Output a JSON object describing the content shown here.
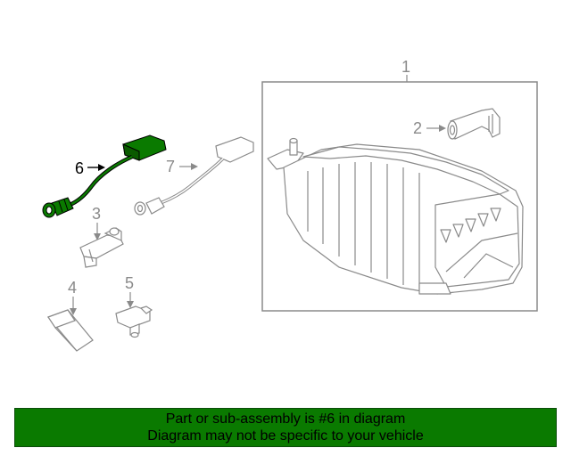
{
  "colors": {
    "footer_bg": "#0a7a00",
    "footer_text": "#000000",
    "highlight_part": "#0a7a00",
    "line_gray": "#8a8a8a",
    "highlight_label": "#000000"
  },
  "callouts": [
    {
      "id": "1",
      "label": "1"
    },
    {
      "id": "2",
      "label": "2"
    },
    {
      "id": "3",
      "label": "3"
    },
    {
      "id": "4",
      "label": "4"
    },
    {
      "id": "5",
      "label": "5"
    },
    {
      "id": "6",
      "label": "6"
    },
    {
      "id": "7",
      "label": "7"
    }
  ],
  "highlighted_part": "6",
  "footer": {
    "line1": "Part or sub-assembly is #6 in diagram",
    "line2": "Diagram may not be specific to your vehicle"
  }
}
